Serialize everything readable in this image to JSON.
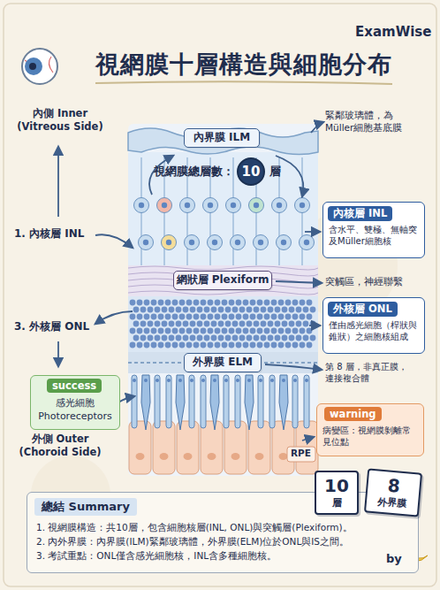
{
  "diagram": {
    "title": "視網膜十層構造與細胞分布",
    "nodes": [
      {
        "text": [
          "內界膜 ILM"
        ]
      },
      {
        "text": [
          "10"
        ]
      },
      {
        "text": [
          "內核層 INL",
          "含水平、雙極、無軸突及Müller細胞核"
        ]
      },
      {
        "text": [
          "網狀層 Plexiform"
        ]
      },
      {
        "text": [
          "外核層 ONL",
          "僅由感光細胞（桿狀與錐狀）之細胞核組成"
        ]
      },
      {
        "text": [
          "外界膜 ELM"
        ]
      },
      {
        "text": [
          "success",
          "感光細胞 Photoreceptors"
        ]
      },
      {
        "text": [
          "warning",
          "病變區：視網膜剝離常見位點"
        ]
      },
      {
        "text": [
          "10",
          "層"
        ]
      },
      {
        "text": [
          "8",
          "外界膜"
        ]
      },
      {
        "text": [
          "總結 Summary",
          "1. 視網膜構造：共10層，包含細胞核層(INL, ONL)與突觸層(Plexiform)。",
          "2. 內外界膜：內界膜(ILM)緊鄰玻璃體，外界膜(ELM)位於ONL與IS之間。",
          "3. 考試重點：ONL僅含感光細胞核，INL含多種細胞核。"
        ]
      }
    ],
    "labels": [
      "ExamWise",
      "內側 Inner (Vitreous Side)",
      "緊鄰玻璃體，為 Müller細胞基底膜",
      "視網膜總層數：",
      "層",
      "1. 內核層 INL",
      "突觸區，神經聯繫",
      "3. 外核層 ONL",
      "第 8 層，非真正膜，連接複合體",
      "外側 Outer (Choroid Side)",
      "RPE",
      "by"
    ]
  }
}
